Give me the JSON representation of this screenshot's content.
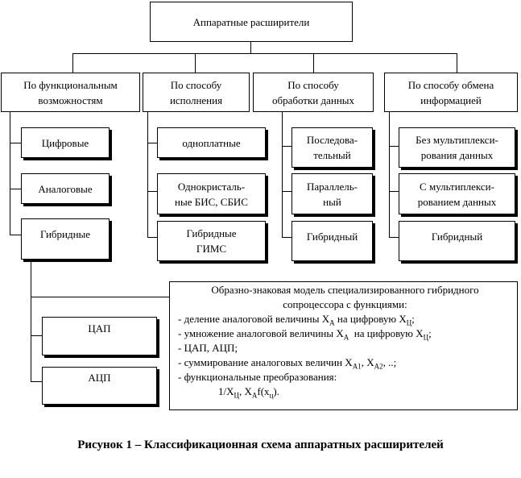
{
  "root": {
    "label": "Аппаратные расширители"
  },
  "categories": [
    {
      "header": [
        "По функциональным",
        "возможностям"
      ],
      "items": [
        [
          "Цифровые"
        ],
        [
          "Аналоговые"
        ],
        [
          "Гибридные"
        ]
      ]
    },
    {
      "header": [
        "По способу",
        "исполнения"
      ],
      "items": [
        [
          "одноплатные"
        ],
        [
          "Однокристаль-",
          "ные БИС, СБИС"
        ],
        [
          "Гибридные",
          "ГИМС"
        ]
      ]
    },
    {
      "header": [
        "По способу",
        "обработки данных"
      ],
      "items": [
        [
          "Последова-",
          "тельный"
        ],
        [
          "Параллель-",
          "ный"
        ],
        [
          "Гибридный"
        ]
      ]
    },
    {
      "header": [
        "По способу обмена",
        "информацией"
      ],
      "items": [
        [
          "Без мультиплекси-",
          "рования данных"
        ],
        [
          "С мультиплекси-",
          "рованием данных"
        ],
        [
          "Гибридный"
        ]
      ]
    }
  ],
  "hybrid_subitems": [
    "ЦАП",
    "АЦП"
  ],
  "model": {
    "title_line1": "Образно-знаковая модель специализированного гибридного",
    "title_line2": "сопроцессора с функциями:",
    "l1_a": "- деление аналоговой величины X",
    "l1_b": "A",
    "l1_c": " на цифровую X",
    "l1_d": "Ц",
    "l1_e": ";",
    "l2_a": "- умножение аналоговой величины X",
    "l2_b": "A",
    "l2_c": "  на цифровую X",
    "l2_d": "Ц",
    "l2_e": ";",
    "l3": "- ЦАП, АЦП;",
    "l4_a": "- суммирование аналоговых величин X",
    "l4_b": "A1",
    "l4_c": ", X",
    "l4_d": "A2",
    "l4_e": ", ..;",
    "l5": "- функциональные преобразования:",
    "l6_a": "1/X",
    "l6_b": "Ц",
    "l6_c": ", X",
    "l6_d": "A",
    "l6_e": "f(x",
    "l6_f": "ц",
    "l6_g": ")."
  },
  "caption": "Рисунок 1 – Классификационная схема аппаратных расширителей"
}
